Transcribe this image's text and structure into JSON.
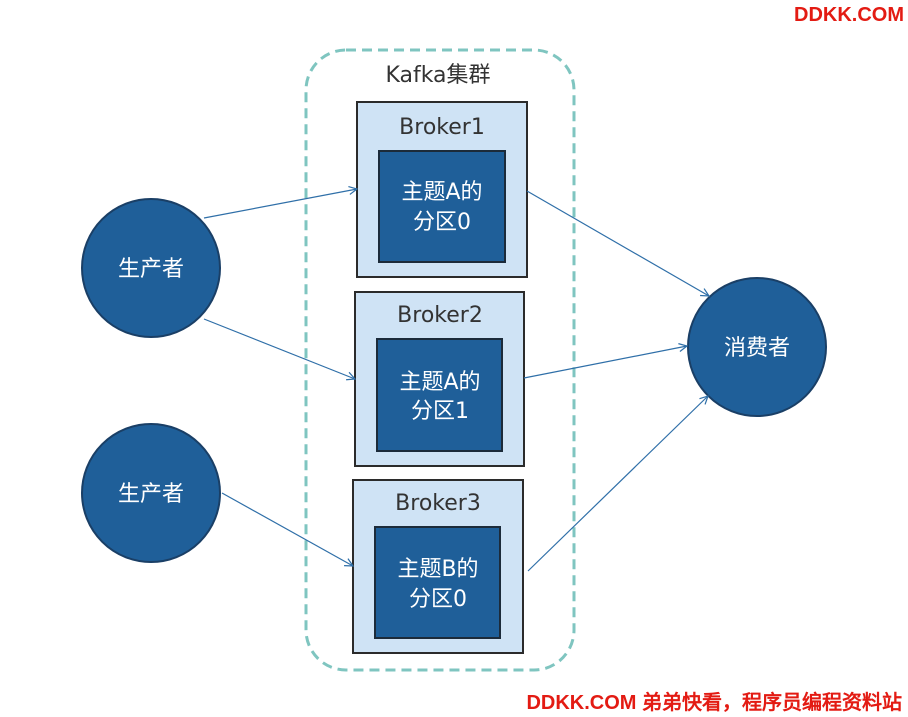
{
  "watermark": {
    "top": "DDKK.COM",
    "bottom": "DDKK.COM 弟弟快看，程序员编程资料站"
  },
  "cluster": {
    "label": "Kafka集群"
  },
  "producers": [
    {
      "label": "生产者"
    },
    {
      "label": "生产者"
    }
  ],
  "consumer": {
    "label": "消费者"
  },
  "brokers": [
    {
      "label": "Broker1",
      "partition_line1": "主题A的",
      "partition_line2": "分区0"
    },
    {
      "label": "Broker2",
      "partition_line1": "主题A的",
      "partition_line2": "分区1"
    },
    {
      "label": "Broker3",
      "partition_line1": "主题B的",
      "partition_line2": "分区0"
    }
  ],
  "colors": {
    "node_fill": "#1f5f99",
    "node_stroke": "#1a3f66",
    "broker_fill": "#cfe3f5",
    "broker_stroke": "#2b2b2b",
    "partition_fill": "#1f5f99",
    "partition_stroke": "#1c2b3a",
    "cluster_stroke": "#7fc5c0",
    "arrow": "#2f6fa8",
    "watermark": "#e31b13"
  }
}
